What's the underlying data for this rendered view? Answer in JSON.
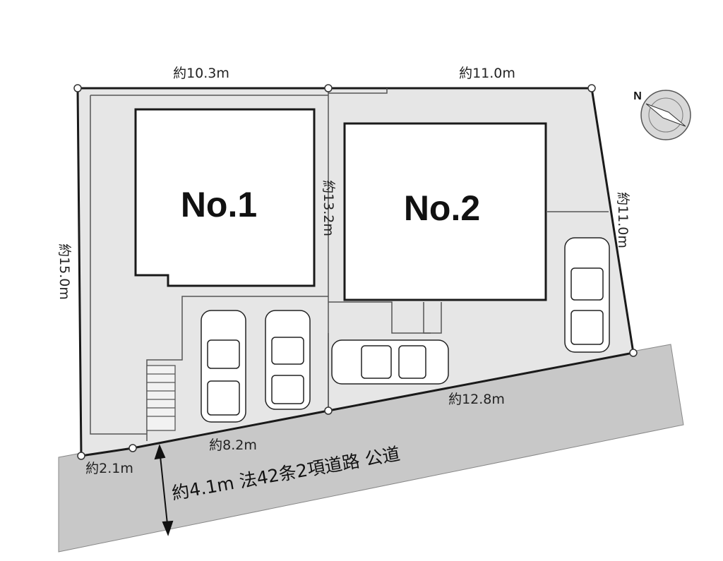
{
  "lots": [
    {
      "label": "No.1"
    },
    {
      "label": "No.2"
    }
  ],
  "dimensions": {
    "top_left": "約10.3m",
    "top_right": "約11.0m",
    "left_side": "約15.0m",
    "right_side": "約11.0m",
    "middle": "約13.2m",
    "front_right": "約12.8m",
    "front_left": "約8.2m",
    "corner": "約2.1m"
  },
  "road": {
    "label": "約4.1m 法42条2項道路 公道"
  },
  "compass": {
    "north": "N",
    "icon": "compass-icon"
  },
  "colors": {
    "ground": "#e6e6e6",
    "road": "#c8c8c8",
    "line": "#1a1a1a"
  }
}
